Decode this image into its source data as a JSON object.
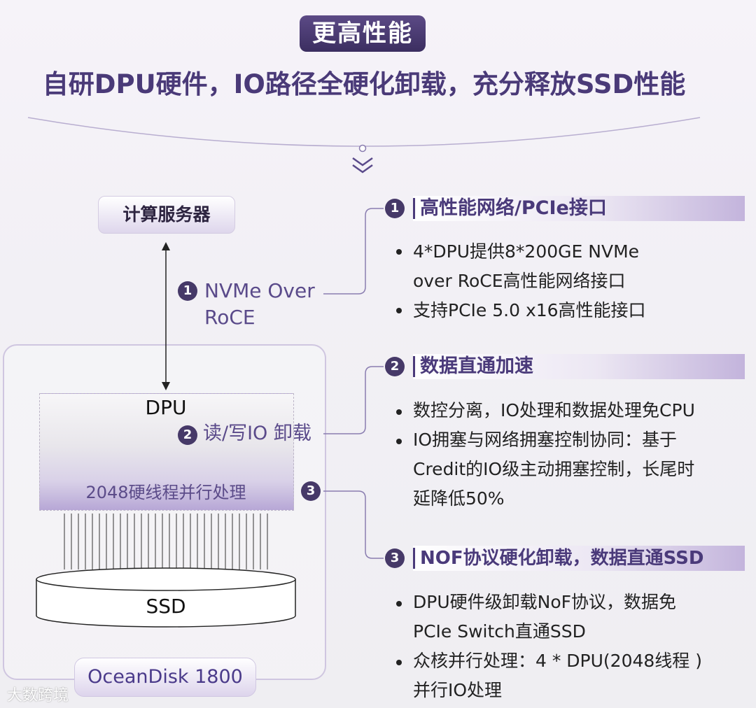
{
  "header": {
    "badge": "更高性能",
    "title": "自研DPU硬件，IO路径全硬化卸载，充分释放SSD性能"
  },
  "diagram": {
    "server_label": "计算服务器",
    "link1_num": "1",
    "link1_label_line1": "NVMe Over",
    "link1_label_line2": "RoCE",
    "dpu_label": "DPU",
    "link2_num": "2",
    "link2_label": "读/写IO 卸载",
    "parallel_label": "2048硬线程并行处理",
    "link3_num": "3",
    "ssd_label": "SSD",
    "product_label": "OceanDisk 1800"
  },
  "sections": [
    {
      "num": "1",
      "title": "高性能网络/PCIe接口",
      "bullets": [
        {
          "lines": [
            "4*DPU提供8*200GE NVMe",
            "over RoCE高性能网络接口"
          ]
        },
        {
          "lines": [
            "支持PCIe 5.0 x16高性能接口"
          ]
        }
      ]
    },
    {
      "num": "2",
      "title": "数据直通加速",
      "bullets": [
        {
          "lines": [
            "数控分离，IO处理和数据处理免CPU"
          ]
        },
        {
          "lines": [
            "IO拥塞与网络拥塞控制协同：基于",
            "Credit的IO级主动拥塞控制，长尾时",
            "延降低50%"
          ]
        }
      ]
    },
    {
      "num": "3",
      "title": "NOF协议硬化卸载，数据直通SSD",
      "bullets": [
        {
          "lines": [
            "DPU硬件级卸载NoF协议，数据免",
            "PCIe Switch直通SSD"
          ]
        },
        {
          "lines": [
            "众核并行处理：4 * DPU(2048线程 )",
            "并行IO处理"
          ]
        }
      ]
    }
  ],
  "watermark": "大数跨境",
  "colors": {
    "accent": "#463968",
    "title": "#4a3a78",
    "label": "#5a4a8a"
  }
}
